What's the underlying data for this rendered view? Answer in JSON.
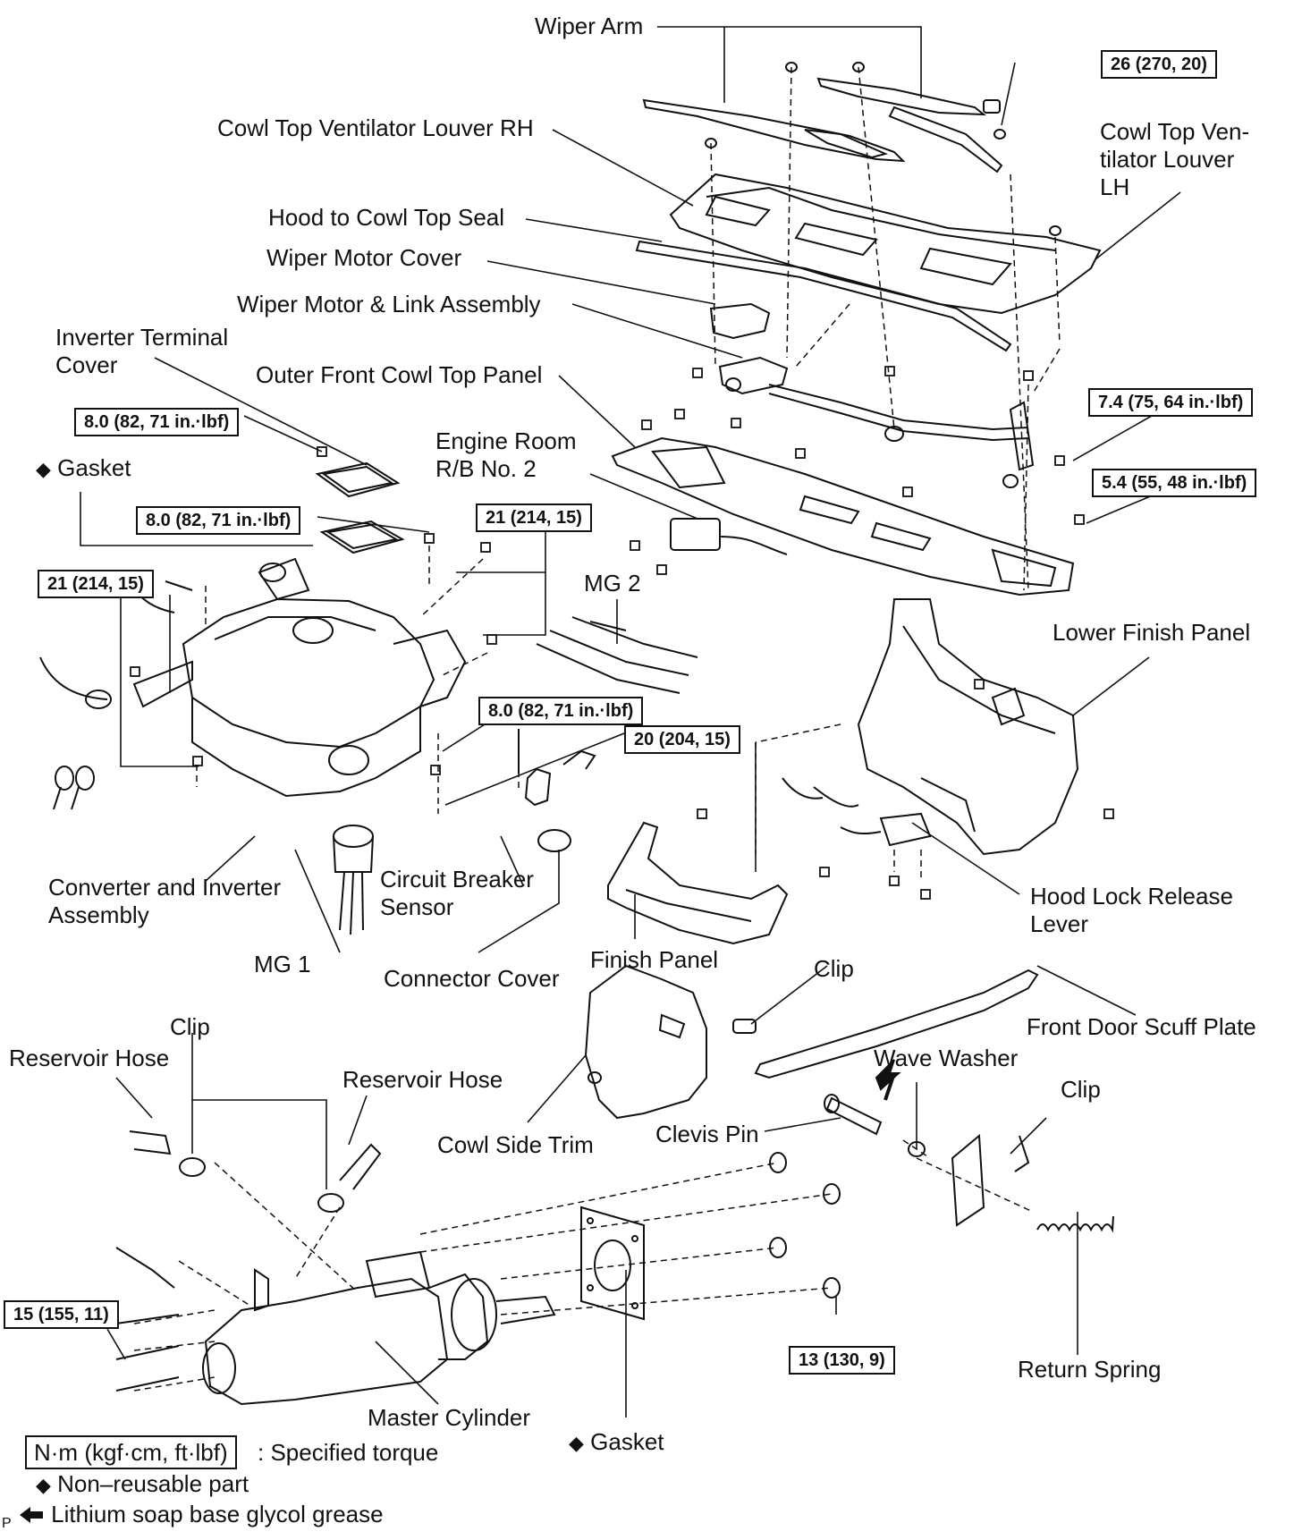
{
  "labels": {
    "wiper_arm": "Wiper Arm",
    "cowl_louver_rh": "Cowl Top Ventilator Louver RH",
    "cowl_louver_lh": [
      "Cowl Top Ven-",
      "tilator  Louver",
      "LH"
    ],
    "hood_seal": "Hood to Cowl Top Seal",
    "wiper_motor_cover": "Wiper Motor Cover",
    "wiper_motor_link": "Wiper Motor & Link Assembly",
    "inverter_terminal_cover": [
      "Inverter  Terminal",
      "Cover"
    ],
    "outer_front_cowl": "Outer Front Cowl Top Panel",
    "engine_room_rb": [
      "Engine  Room",
      "R/B No. 2"
    ],
    "gasket_top": "Gasket",
    "mg2": "MG 2",
    "lower_finish_panel": "Lower Finish Panel",
    "converter_inverter": [
      "Converter and Inverter",
      "Assembly"
    ],
    "circuit_breaker": [
      "Circuit Breaker",
      "Sensor"
    ],
    "hood_lock": [
      "Hood Lock Release",
      "Lever"
    ],
    "mg1": "MG 1",
    "connector_cover": "Connector Cover",
    "finish_panel": "Finish Panel",
    "clip_1": "Clip",
    "front_door_scuff": "Front Door Scuff Plate",
    "clip_2": "Clip",
    "reservoir_hose_1": "Reservoir Hose",
    "reservoir_hose_2": "Reservoir Hose",
    "wave_washer": "Wave Washer",
    "clip_3": "Clip",
    "cowl_side_trim": "Cowl Side Trim",
    "clevis_pin": "Clevis Pin",
    "return_spring": "Return Spring",
    "master_cylinder": "Master Cylinder",
    "gasket_bottom": "Gasket"
  },
  "torques": {
    "t26": "26 (270, 20)",
    "t74": "7.4 (75, 64 in.·lbf)",
    "t54": "5.4 (55, 48 in.·lbf)",
    "t80a": "8.0 (82, 71 in.·lbf)",
    "t80b": "8.0 (82, 71 in.·lbf)",
    "t21a": "21 (214, 15)",
    "t21b": "21 (214, 15)",
    "t80c": "8.0 (82, 71 in.·lbf)",
    "t20": "20 (204, 15)",
    "t15": "15 (155, 11)",
    "t13": "13 (130, 9)"
  },
  "legend": {
    "unit_box": "N·m (kgf·cm, ft·lbf)",
    "unit_desc": ": Specified torque",
    "non_reusable": "Non–reusable part",
    "grease": "Lithium soap base glycol grease",
    "grease_marker": "P"
  },
  "icons": {
    "diamond": "non-reusable-diamond-icon",
    "arrow": "grease-arrow-icon"
  }
}
